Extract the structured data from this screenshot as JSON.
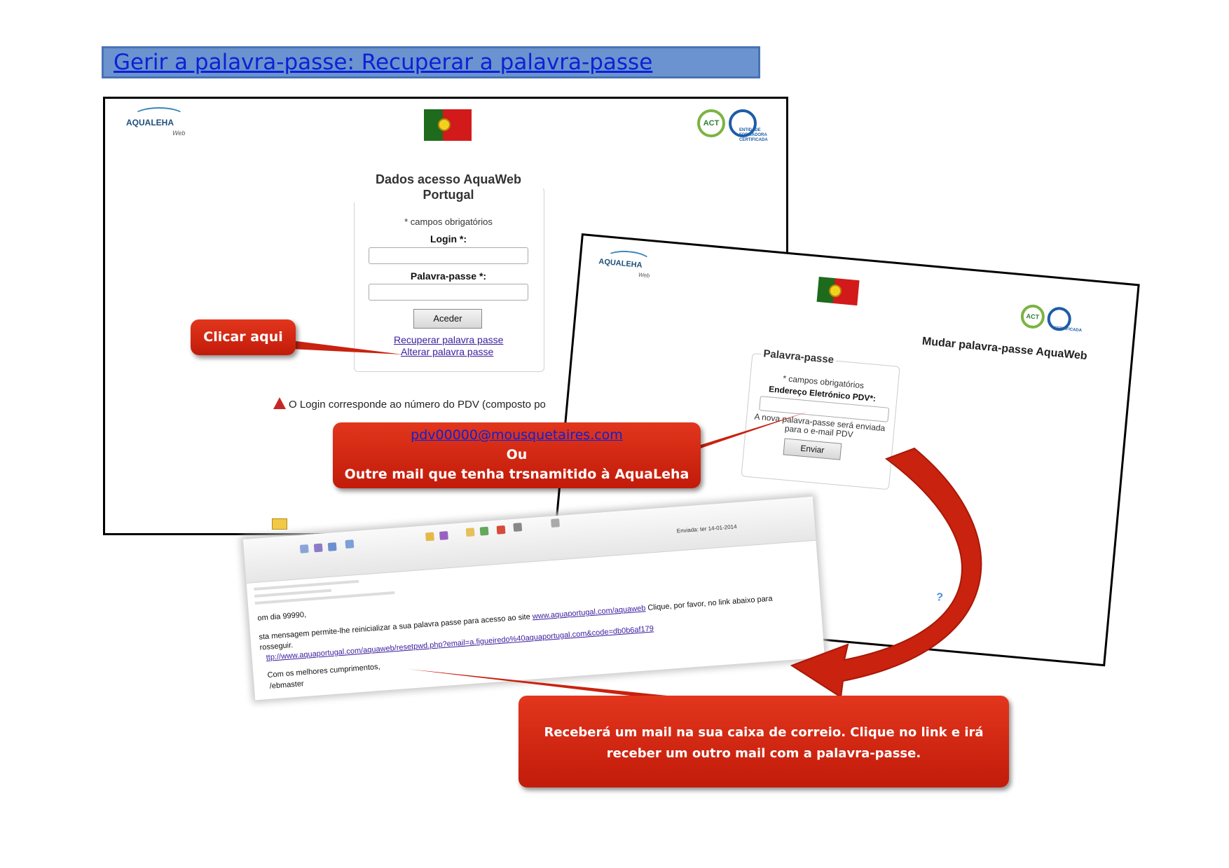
{
  "title": "Gerir a palavra-passe: Recuperar a palavra-passe",
  "login_screen": {
    "logo": "AQUALEHA",
    "logo_sub": "Web",
    "cert_badge": "ACT",
    "cert_label": "ENTIDADE FORMADORA CERTIFICADA",
    "form_title_line1": "Dados acesso AquaWeb",
    "form_title_line2": "Portugal",
    "required_note": "* campos obrigatórios",
    "login_label": "Login *:",
    "password_label": "Palavra-passe *:",
    "submit_button": "Aceder",
    "recover_link": "Recuperar palavra passe",
    "change_link": "Alterar palavra passe",
    "warning_text": "O Login corresponde ao número do PDV (composto po"
  },
  "change_password_screen": {
    "logo": "AQUALEHA",
    "logo_sub": "Web",
    "cert_badge": "ACT",
    "cert_label": "CERTIFICADA",
    "heading": "Mudar palavra-passe AquaWeb",
    "box_title": "Palavra-passe",
    "required_note": "* campos obrigatórios",
    "email_label": "Endereço Eletrónico PDV*:",
    "hint_line1": "A nova palavra-passe será enviada",
    "hint_line2": "para o e-mail PDV",
    "submit_button": "Enviar",
    "help_icon": "?"
  },
  "email_screen": {
    "sent_label": "Enviada: ter 14-01-2014",
    "greeting": "om dia 99990,",
    "body_line1": "sta mensagem permite-lhe reinicializar a sua palavra passe para acesso ao site",
    "site_link": "www.aquaportugal.com/aquaweb",
    "body_line1_end": "Clique, por favor, no link abaixo para",
    "body_line2": "rosseguir.",
    "reset_link": "ttp://www.aquaportugal.com/aquaweb/resetpwd.php?email=a.figueiredo%40aquaportugal.com&code=db0b6af179",
    "closing": "Com os melhores cumprimentos,",
    "signature": "/ebmaster"
  },
  "callouts": {
    "click_here": "Clicar aqui",
    "email_address": "pdv00000@mousquetaires.com",
    "or": "Ou",
    "other_mail": "Outre mail que tenha trsnamitido à AquaLeha",
    "receive_line1": "Receberá um mail na sua caixa de correio. Clique no link e  irá",
    "receive_line2": "receber um outro mail com a palavra-passe."
  },
  "colors": {
    "title_bar": "#6b93cf",
    "callout_red": "#d42a14",
    "link_blue": "#0b22d6"
  }
}
